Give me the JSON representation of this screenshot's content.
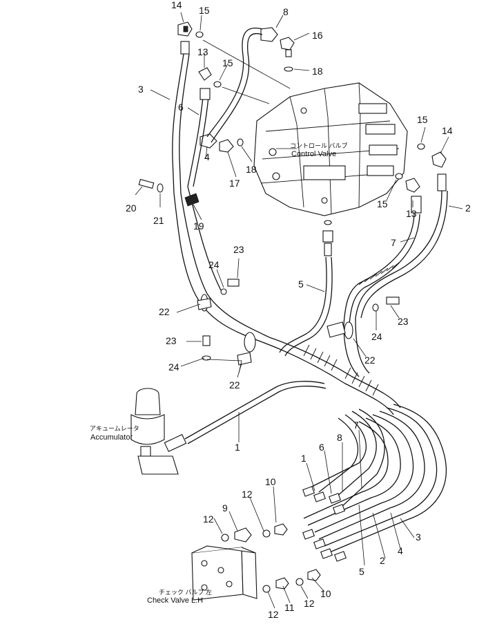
{
  "part_numbers": [
    "1",
    "2",
    "3",
    "4",
    "5",
    "6",
    "7",
    "8",
    "9",
    "10",
    "11",
    "12",
    "13",
    "14",
    "15",
    "16",
    "17",
    "18",
    "19",
    "20",
    "21",
    "22",
    "23",
    "24"
  ],
  "labels": {
    "control_valve_jp": "コントロール バルブ",
    "control_valve_en": "Control Valve",
    "accumulator_jp": "アキュームレータ",
    "accumulator_en": "Accumulator",
    "check_valve_jp": "チェック バルブ 左",
    "check_valve_en": "Check Valve L.H"
  }
}
